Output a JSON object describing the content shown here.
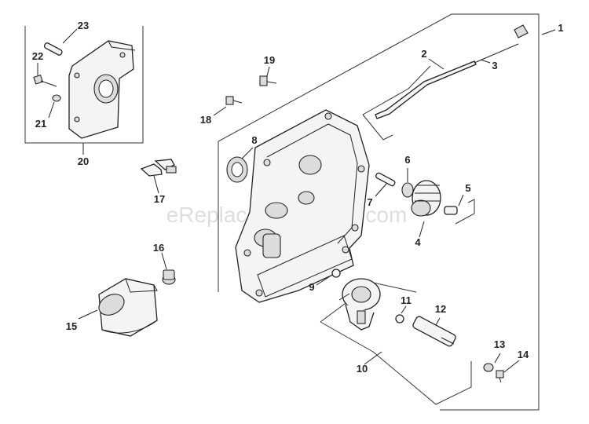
{
  "watermark": "eReplacementParts.com",
  "callouts": [
    {
      "id": "1",
      "label": "1"
    },
    {
      "id": "2",
      "label": "2"
    },
    {
      "id": "3",
      "label": "3"
    },
    {
      "id": "4",
      "label": "4"
    },
    {
      "id": "5",
      "label": "5"
    },
    {
      "id": "6",
      "label": "6"
    },
    {
      "id": "7",
      "label": "7"
    },
    {
      "id": "8",
      "label": "8"
    },
    {
      "id": "9",
      "label": "9"
    },
    {
      "id": "10",
      "label": "10"
    },
    {
      "id": "11",
      "label": "11"
    },
    {
      "id": "12",
      "label": "12"
    },
    {
      "id": "13",
      "label": "13"
    },
    {
      "id": "14",
      "label": "14"
    },
    {
      "id": "15",
      "label": "15"
    },
    {
      "id": "16",
      "label": "16"
    },
    {
      "id": "17",
      "label": "17"
    },
    {
      "id": "18",
      "label": "18"
    },
    {
      "id": "19",
      "label": "19"
    },
    {
      "id": "20",
      "label": "20"
    },
    {
      "id": "21",
      "label": "21"
    },
    {
      "id": "22",
      "label": "22"
    },
    {
      "id": "23",
      "label": "23"
    }
  ]
}
